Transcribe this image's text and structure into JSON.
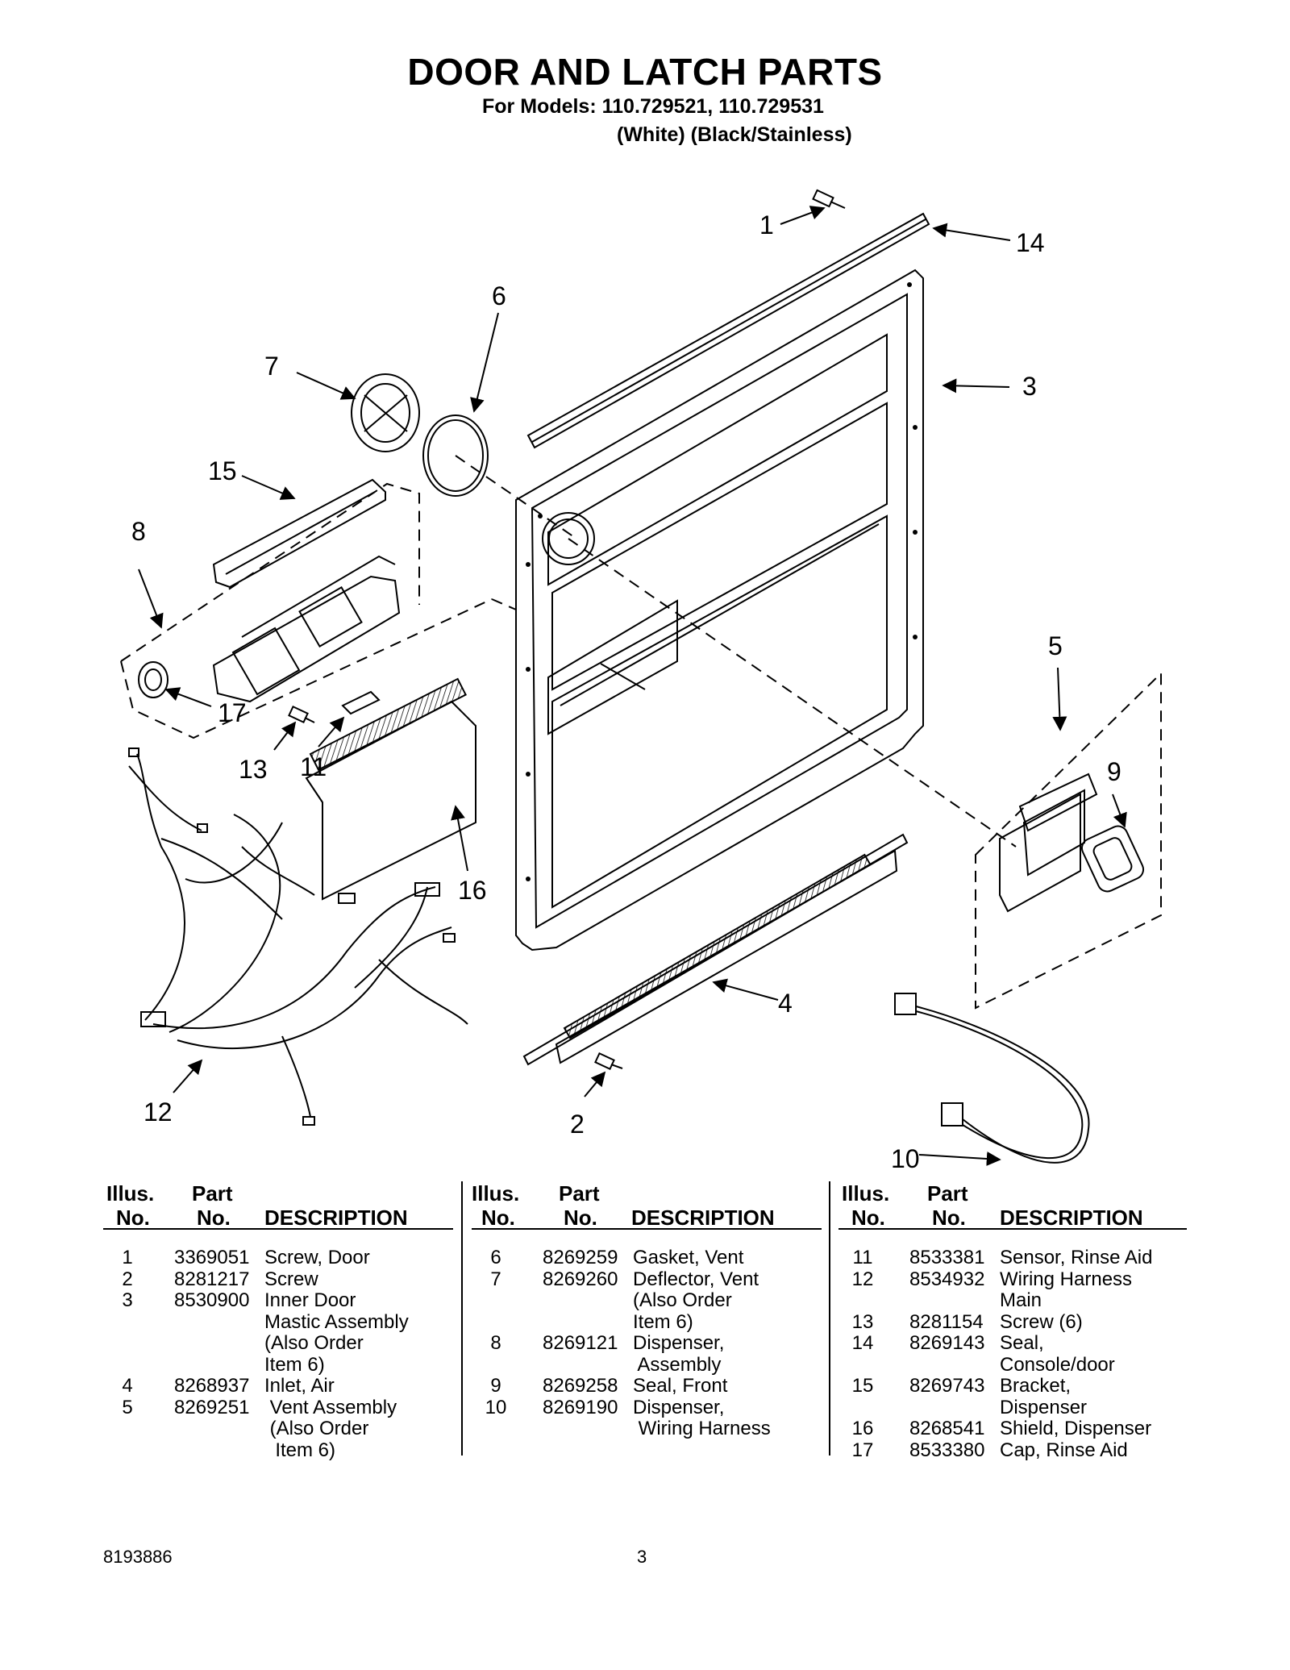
{
  "header": {
    "title": "DOOR AND LATCH PARTS",
    "models": "For Models: 110.729521, 110.729531",
    "variants": "(White) (Black/Stainless)"
  },
  "diagram": {
    "callouts": [
      "1",
      "2",
      "3",
      "4",
      "5",
      "6",
      "7",
      "8",
      "9",
      "10",
      "11",
      "12",
      "13",
      "14",
      "15",
      "16",
      "17"
    ]
  },
  "table": {
    "headers": {
      "illus_top": "Illus.",
      "illus_bottom": "No.",
      "part_top": "Part",
      "part_bottom": "No.",
      "description": "DESCRIPTION"
    },
    "columns": [
      [
        {
          "no": "1",
          "part": "3369051",
          "desc": "Screw, Door"
        },
        {
          "no": "2",
          "part": "8281217",
          "desc": "Screw"
        },
        {
          "no": "3",
          "part": "8530900",
          "desc": "Inner Door"
        },
        {
          "no": "",
          "part": "",
          "desc": "Mastic Assembly"
        },
        {
          "no": "",
          "part": "",
          "desc": "(Also Order"
        },
        {
          "no": "",
          "part": "",
          "desc": "Item 6)"
        },
        {
          "no": "4",
          "part": "8268937",
          "desc": "Inlet, Air"
        },
        {
          "no": "5",
          "part": "8269251",
          "desc": " Vent Assembly"
        },
        {
          "no": "",
          "part": "",
          "desc": " (Also Order"
        },
        {
          "no": "",
          "part": "",
          "desc": "  Item 6)"
        }
      ],
      [
        {
          "no": "6",
          "part": "8269259",
          "desc": "Gasket, Vent"
        },
        {
          "no": "7",
          "part": "8269260",
          "desc": "Deflector, Vent"
        },
        {
          "no": "",
          "part": "",
          "desc": "(Also Order"
        },
        {
          "no": "",
          "part": "",
          "desc": "Item 6)"
        },
        {
          "no": "8",
          "part": "8269121",
          "desc": "Dispenser,"
        },
        {
          "no": "",
          "part": "",
          "desc": " Assembly"
        },
        {
          "no": "9",
          "part": "8269258",
          "desc": "Seal, Front"
        },
        {
          "no": "10",
          "part": "8269190",
          "desc": "Dispenser,"
        },
        {
          "no": "",
          "part": "",
          "desc": " Wiring Harness"
        }
      ],
      [
        {
          "no": "11",
          "part": "8533381",
          "desc": "Sensor, Rinse Aid"
        },
        {
          "no": "12",
          "part": "8534932",
          "desc": "Wiring Harness"
        },
        {
          "no": "",
          "part": "",
          "desc": "Main"
        },
        {
          "no": "13",
          "part": "8281154",
          "desc": "Screw (6)"
        },
        {
          "no": "14",
          "part": "8269143",
          "desc": "Seal,"
        },
        {
          "no": "",
          "part": "",
          "desc": "Console/door"
        },
        {
          "no": "15",
          "part": "8269743",
          "desc": "Bracket,"
        },
        {
          "no": "",
          "part": "",
          "desc": "Dispenser"
        },
        {
          "no": "16",
          "part": "8268541",
          "desc": "Shield, Dispenser"
        },
        {
          "no": "17",
          "part": "8533380",
          "desc": "Cap, Rinse Aid"
        }
      ]
    ]
  },
  "footer": {
    "doc_number": "8193886",
    "page": "3"
  }
}
